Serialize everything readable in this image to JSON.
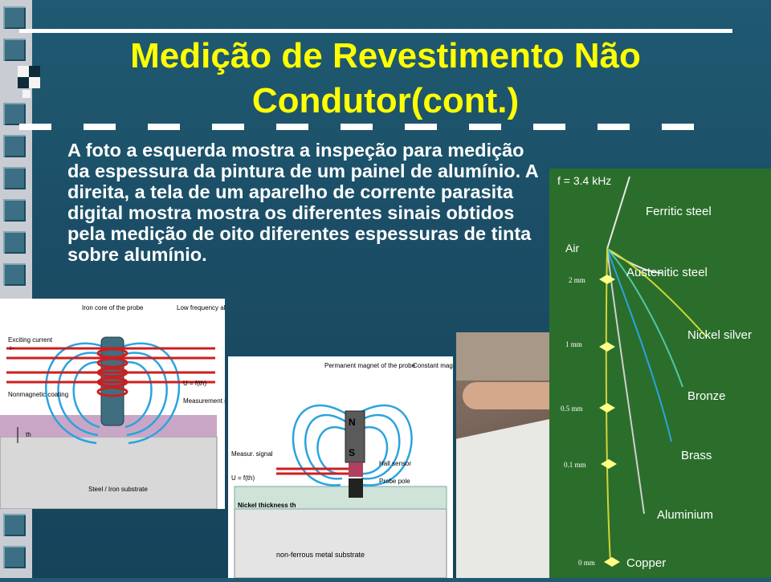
{
  "slide": {
    "title": "Medição de Revestimento Não Condutor(cont.)",
    "body": "A foto a esquerda mostra a inspeção para medição\nda espessura da pintura de um painel de alumínio. A\ndireita, a tela de um aparelho de corrente parasita\ndigital mostra mostra os diferentes sinais obtidos\npela medição de oito diferentes espessuras de tinta\nsobre alumínio."
  },
  "diagram_left": {
    "iron_core": "Iron core of the probe",
    "low_freq": "Low frequency alternating magnetic field",
    "exciting_current": "Exciting current",
    "i_symbol": "I~",
    "u_fth": "U = f(th)",
    "measurement_signal": "Measurement signal",
    "nonmagnetic_coating": "Nonmagnetic coating",
    "th": "th",
    "substrate": "Steel / Iron substrate"
  },
  "diagram_middle": {
    "permanent_magnet": "Permanent magnet of the probe",
    "constant_field": "Constant magnetic field",
    "n": "N",
    "s": "S",
    "hall_sensor": "Hall sensor",
    "measur_signal": "Measur. signal",
    "u_fth": "U = f(th)",
    "probe_pole": "Probe pole",
    "nickel_thickness": "Nickel thickness th",
    "substrate": "non-ferrous metal substrate"
  },
  "eddy_display": {
    "frequency": "f = 3.4 kHz",
    "air": "Air",
    "materials": [
      "Ferritic steel",
      "Austenitic steel",
      "Nickel silver",
      "Bronze",
      "Brass",
      "Aluminium",
      "Copper"
    ],
    "thickness": [
      "2 mm",
      "1 mm",
      "0.5 mm",
      "0.1 mm",
      "0 mm"
    ]
  },
  "colors": {
    "title": "#ffff00",
    "body_text": "#ffffff",
    "background": "#1b4e66",
    "eddy_screen": "#2b6e2b",
    "field_lines": "#2aa3e0",
    "coil": "#cc1f1f"
  }
}
